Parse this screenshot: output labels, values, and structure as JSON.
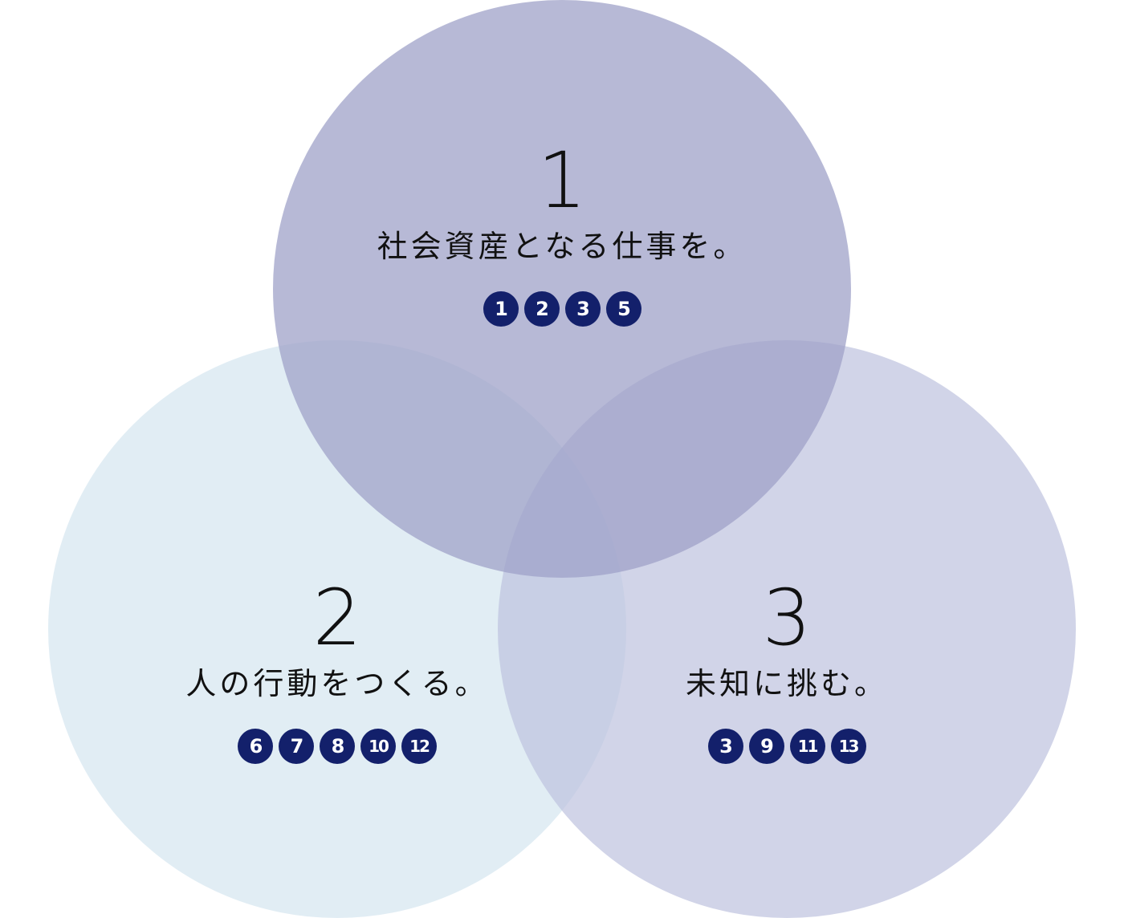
{
  "colors": {
    "circle_top": "#9fa2c8",
    "circle_left": "#d4e6f0",
    "circle_right": "#bec2de",
    "badge": "#13206b",
    "text": "#111111"
  },
  "groups": [
    {
      "number": "1",
      "title": "社会資産となる仕事を。",
      "badges": [
        "1",
        "2",
        "3",
        "5"
      ]
    },
    {
      "number": "2",
      "title": "人の行動をつくる。",
      "badges": [
        "6",
        "7",
        "8",
        "10",
        "12"
      ]
    },
    {
      "number": "3",
      "title": "未知に挑む。",
      "badges": [
        "3",
        "9",
        "11",
        "13"
      ]
    }
  ]
}
